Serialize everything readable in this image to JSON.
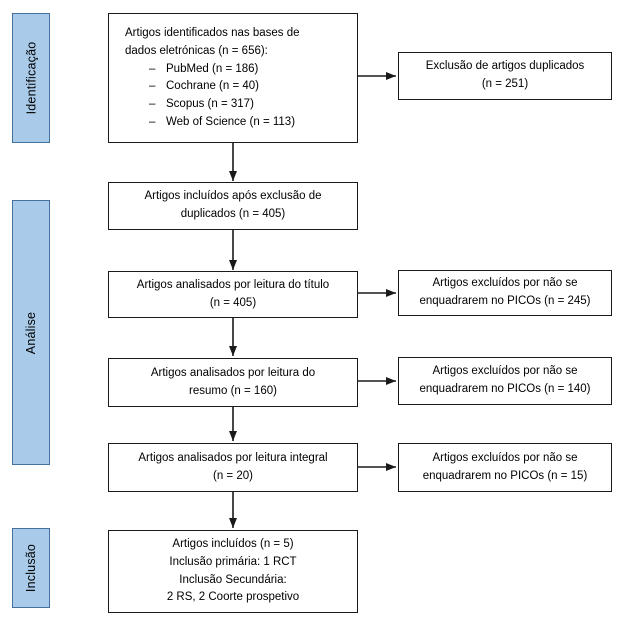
{
  "colors": {
    "stage_fill": "#A9CBE9",
    "stage_border": "#41719C",
    "box_border": "#1A1A1A",
    "arrow": "#1A1A1A",
    "text": "#000000",
    "background": "#FFFFFF"
  },
  "stages": [
    {
      "label": "Identificação"
    },
    {
      "label": "Análise"
    },
    {
      "label": "Inclusão"
    }
  ],
  "boxes": {
    "identified": {
      "lines": [
        "Artigos identificados nas bases de",
        "dados eletrónicas (n = 656):"
      ],
      "bullet": "–",
      "items": [
        "PubMed (n = 186)",
        "Cochrane (n = 40)",
        "Scopus (n = 317)",
        "Web of Science (n = 113)"
      ]
    },
    "duplicates_excluded": {
      "lines": [
        "Exclusão de artigos duplicados",
        "(n = 251)"
      ]
    },
    "after_dedup": {
      "lines": [
        "Artigos incluídos após exclusão de",
        "duplicados (n = 405)"
      ]
    },
    "title_screen": {
      "lines": [
        "Artigos analisados por leitura do título",
        "(n = 405)"
      ]
    },
    "title_excluded": {
      "lines": [
        "Artigos excluídos por não se",
        "enquadrarem no PICOs (n = 245)"
      ]
    },
    "abstract_screen": {
      "lines": [
        "Artigos analisados por leitura do",
        "resumo (n = 160)"
      ]
    },
    "abstract_excluded": {
      "lines": [
        "Artigos excluídos por não se",
        "enquadrarem no PICOs (n = 140)"
      ]
    },
    "fulltext_screen": {
      "lines": [
        "Artigos analisados por leitura integral",
        "(n = 20)"
      ]
    },
    "fulltext_excluded": {
      "lines": [
        "Artigos excluídos por não se",
        "enquadrarem no PICOs (n = 15)"
      ]
    },
    "included": {
      "lines": [
        "Artigos incluídos (n = 5)",
        "Inclusão primária: 1 RCT",
        "Inclusão Secundária:",
        "2 RS, 2 Coorte prospetivo"
      ]
    }
  }
}
